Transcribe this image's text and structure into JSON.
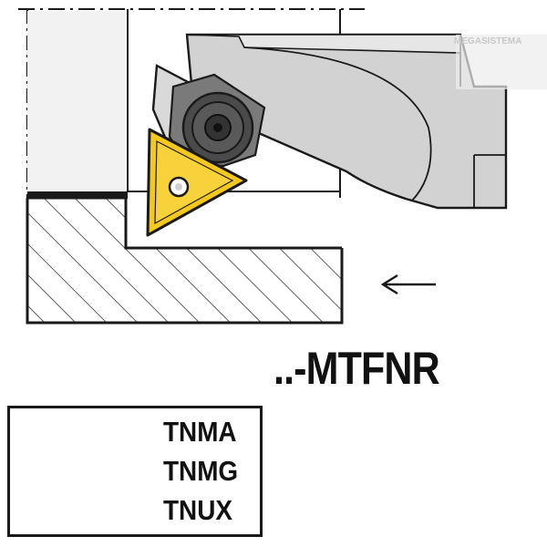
{
  "diagram": {
    "model_code": "..-MTFNR",
    "insert_types": [
      "TNMA",
      "TNMG",
      "TNUX"
    ],
    "watermark_text": "MEGASISTEMA",
    "feed_direction": "left",
    "colors": {
      "insert_gold": "#f4c81d",
      "holder_gray": "#d2d2d2",
      "holder_light": "#ebebeb",
      "clamp_dark": "#4a4a4a",
      "outline": "#1a1a1a",
      "carbide_black": "#232323",
      "coating_tan": "#c9a66b"
    }
  }
}
